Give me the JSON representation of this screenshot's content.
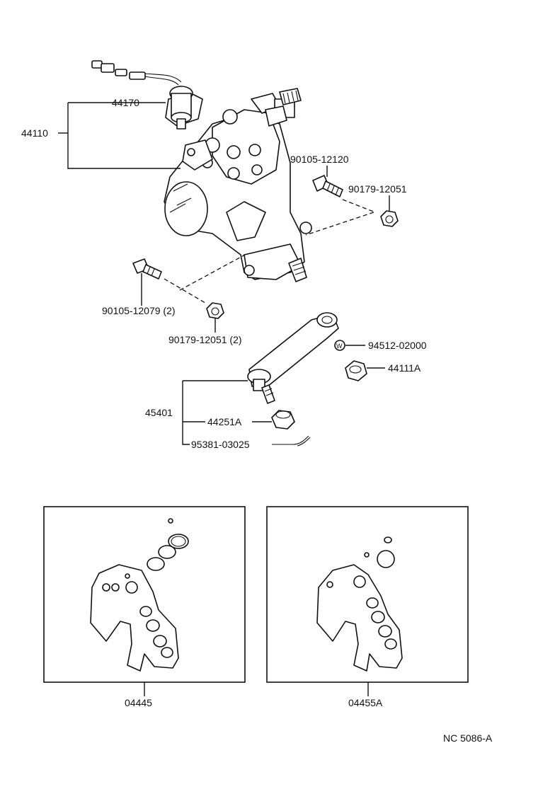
{
  "labels": {
    "p44170": "44170",
    "p44110": "44110",
    "p90105_12120": "90105-12120",
    "p90179_12051": "90179-12051",
    "p90105_12079": "90105-12079 (2)",
    "p90179_12051_2": "90179-12051 (2)",
    "p94512": "94512-02000",
    "p44111A": "44111A",
    "p45401": "45401",
    "p44251A": "44251A",
    "p95381": "95381-03025",
    "p04445": "04445",
    "p04455A": "04455A",
    "washer_mark": "W",
    "doc_code": "NC 5086-A"
  }
}
